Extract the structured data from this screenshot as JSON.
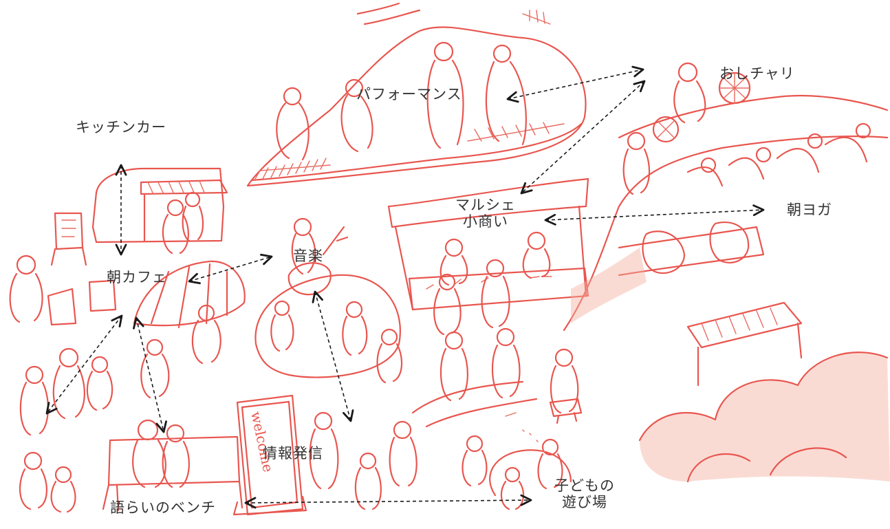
{
  "labels": {
    "performance": "パフォーマンス",
    "oshichari": "おしチャリ",
    "kitchen_car": "キッチンカー",
    "marche": "マルシェ",
    "small_business": "小商い",
    "morning_yoga": "朝ヨガ",
    "music": "音楽",
    "morning_cafe": "朝カフェ",
    "info": "情報発信",
    "bench": "語らいのベンチ",
    "kids_1": "子どもの",
    "kids_2": "遊び場"
  },
  "sign_text": "welcome",
  "colors": {
    "sketch": "#e8564f",
    "arrow": "#1a1a1a",
    "text": "#333333"
  }
}
